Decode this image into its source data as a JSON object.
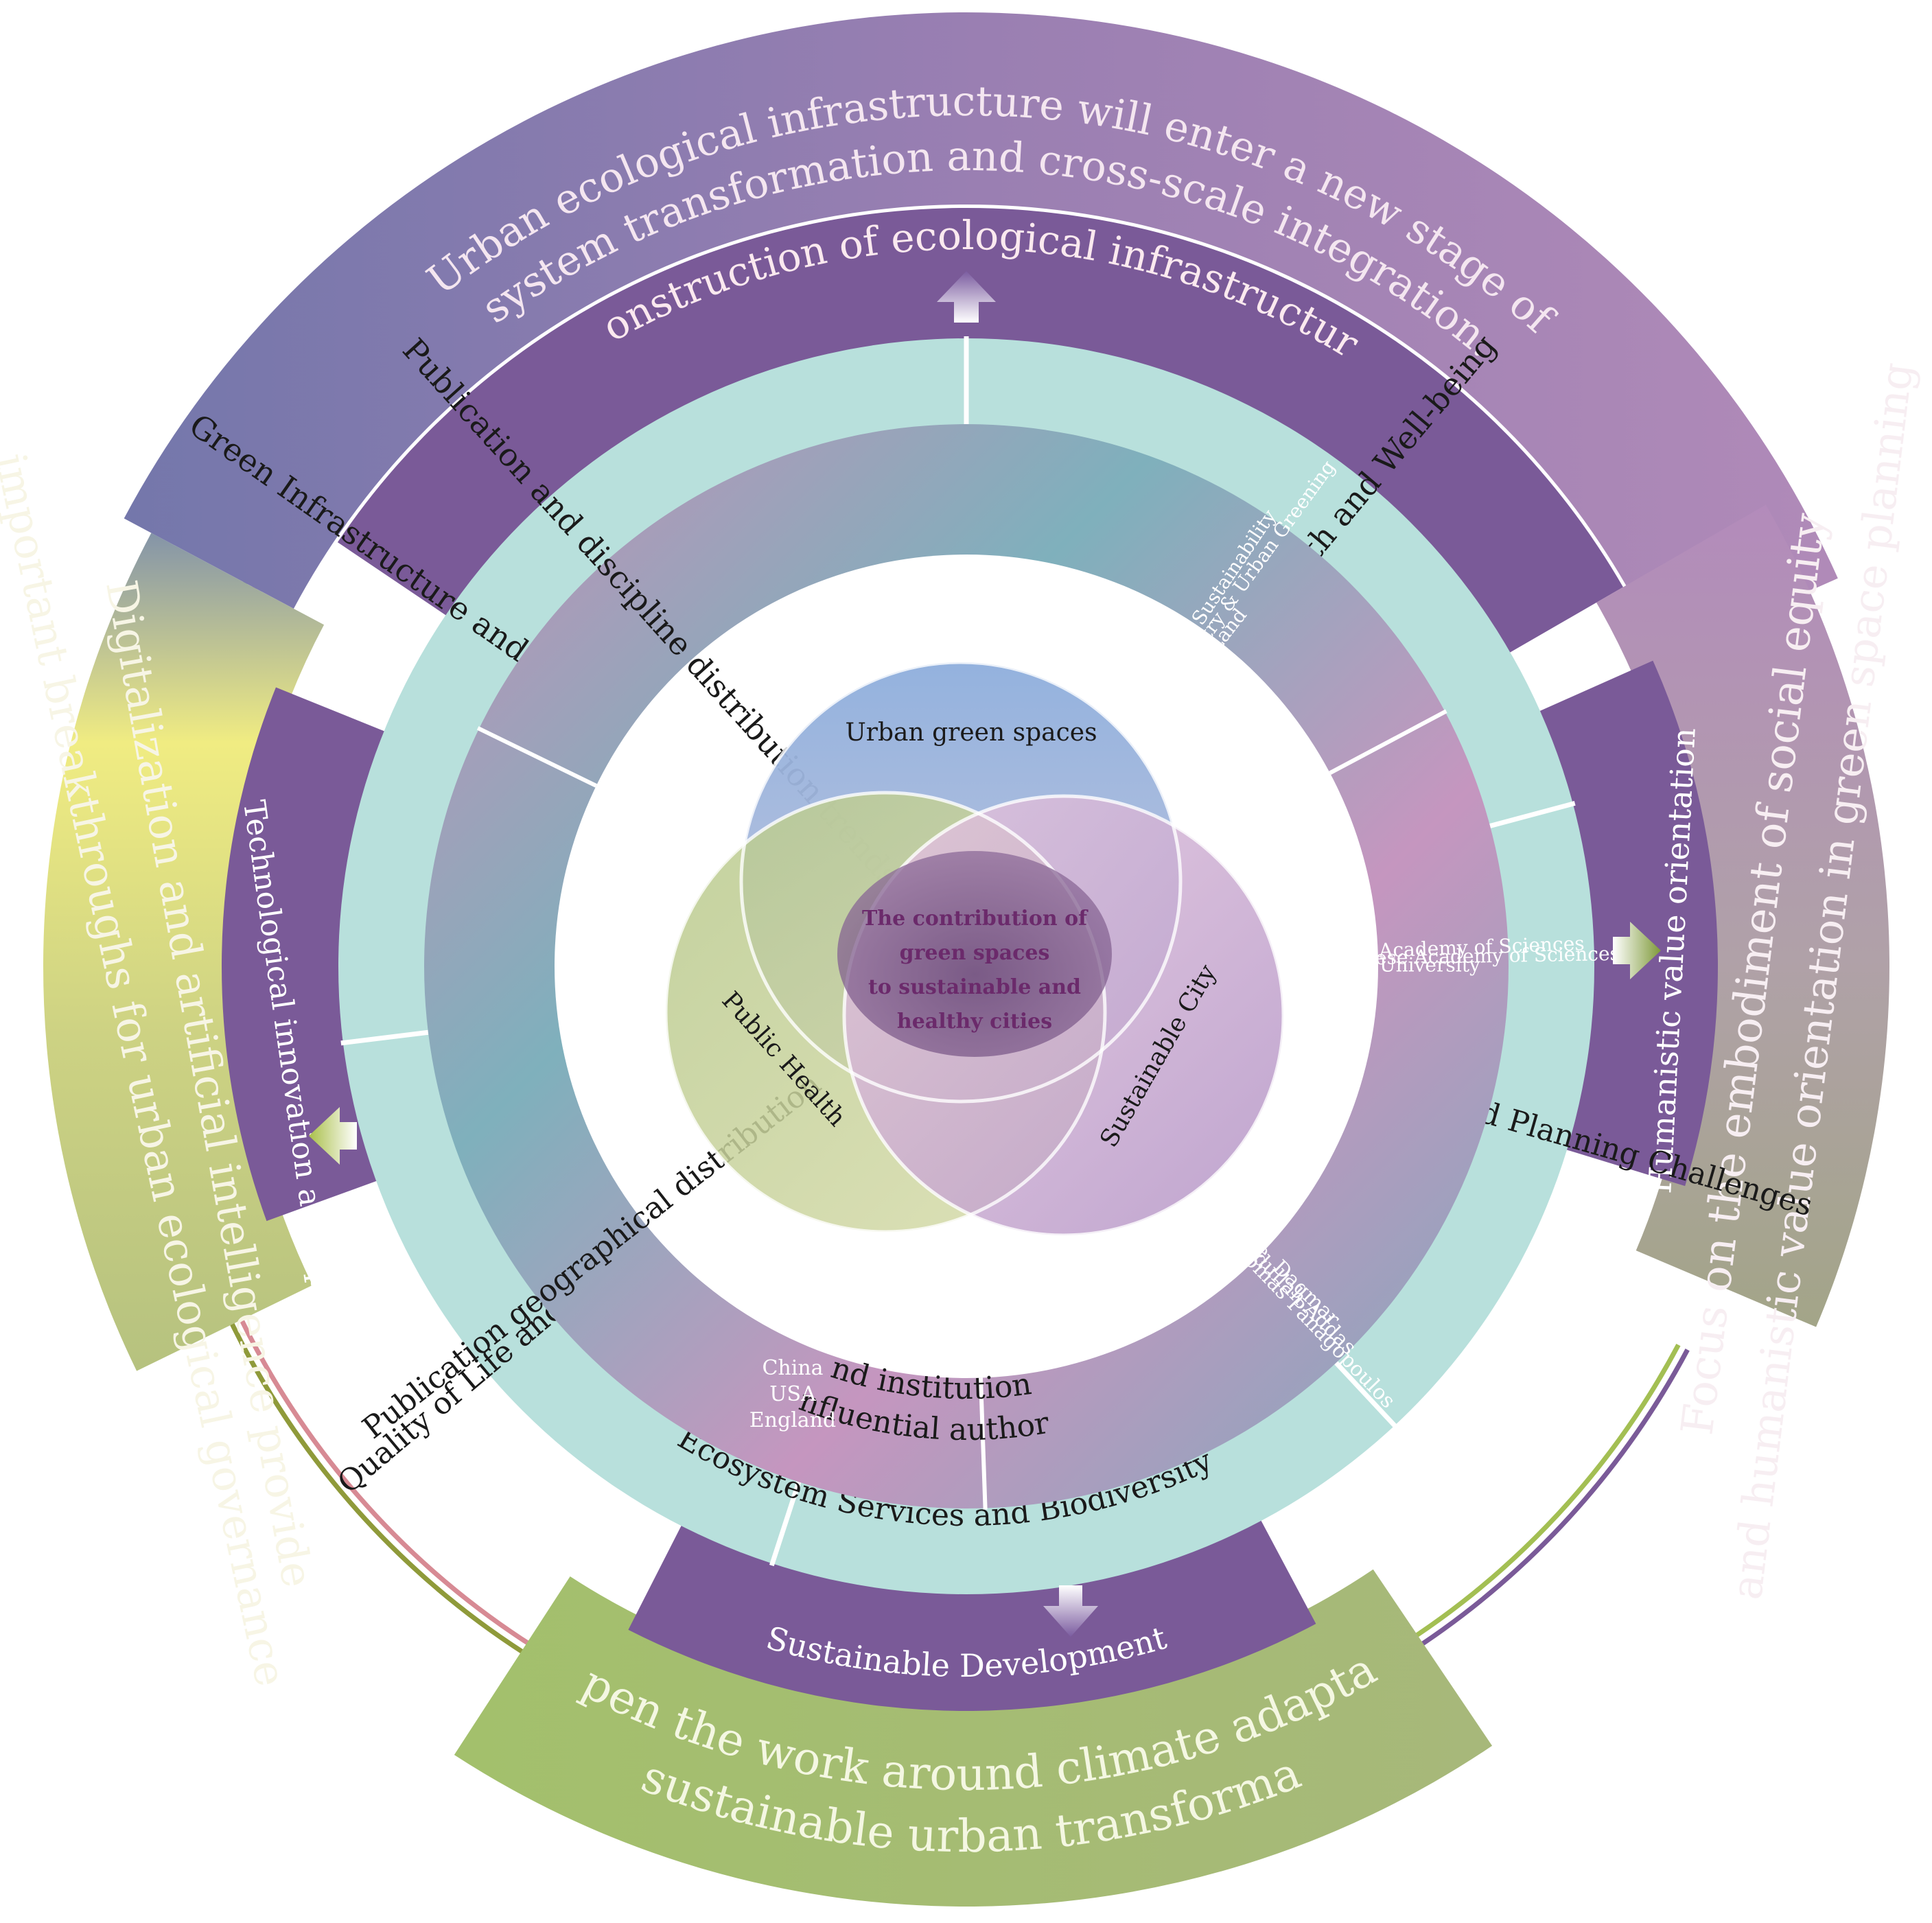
{
  "outer_sections": {
    "top": {
      "band_label": "Construction of ecological infrastructure",
      "statement_lines": [
        "Urban ecological infrastructure will enter a new stage of",
        "system transformation and cross-scale integration."
      ]
    },
    "right": {
      "band_label": "Humanistic value orientation",
      "statement_lines": [
        "Focus on the embodiment of social equity",
        "and humanistic value orientation in green space planning"
      ]
    },
    "bottom": {
      "band_label": "Sustainable Development",
      "statement_lines": [
        "Deepen the work around climate adaptation",
        "and sustainable urban transformation"
      ]
    },
    "left": {
      "band_label": "Technological innovation and application",
      "statement_lines": [
        "Digitalization and artificial intelligence provide",
        "important breakthroughs for urban ecological governance"
      ]
    }
  },
  "themes_ring": {
    "green_infra": "Green Infrastructure and Climate Adaptation",
    "public_health": "Public Health and Well-being",
    "urbanization": "Urbanization and Planning Challenges",
    "ecosystem": "Ecosystem Services and Biodiversity",
    "quality_life": "Quality of Life and Perception"
  },
  "analysis_ring": {
    "publication_trends": "Publication and discipline distribution trends",
    "journals": [
      "Sustainability",
      "Urban Forestry & Urban Greening",
      "Land"
    ],
    "institutions": [
      "Chinese Academy of Sciences",
      "University of Chinese Academy of Sciences",
      "Humboldt University"
    ],
    "authors": [
      "Thomas Panagopoulos",
      "Abdullah Addas",
      "Haase, Dagmar"
    ],
    "influential_lines": [
      "influential authors",
      "and institutions"
    ],
    "countries": [
      "China",
      "USA",
      "England"
    ],
    "geo_distribution": "Publication geographical distribution"
  },
  "venn": {
    "top": "Urban green spaces",
    "left": "Public Health",
    "right": "Sustainable City",
    "center_lines": [
      "The contribution of",
      "green spaces",
      "to sustainable and",
      "healthy cities"
    ]
  },
  "colors": {
    "purple_band": "#7a5a98",
    "teal_ring": "#b8e0dc",
    "olive": "#a7bf77",
    "center_text": "#6b2a6b"
  }
}
